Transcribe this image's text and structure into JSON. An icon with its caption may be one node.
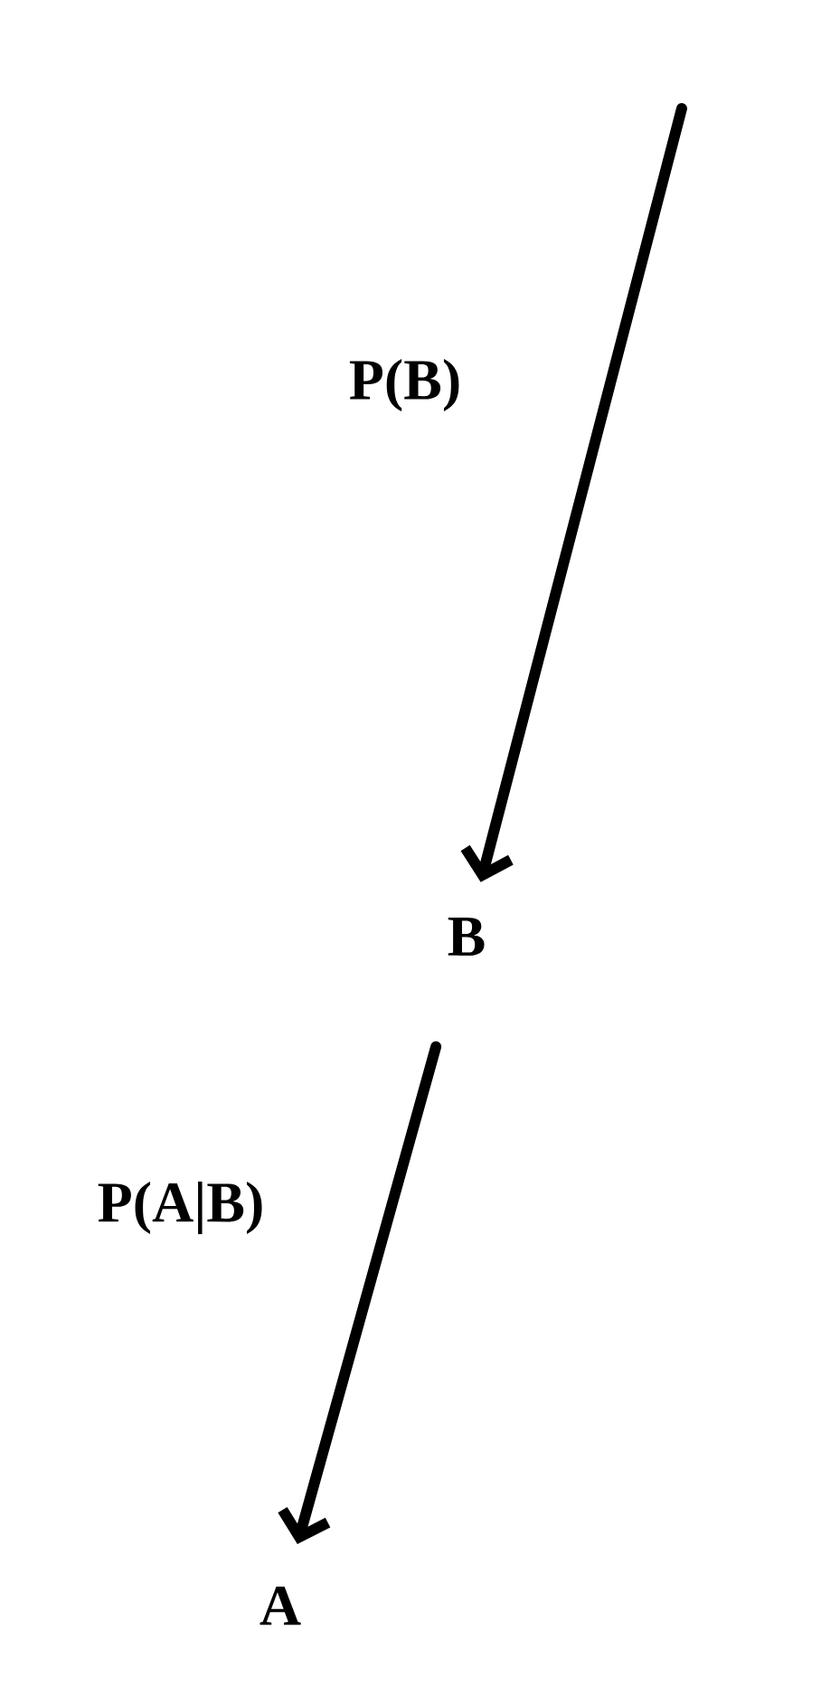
{
  "diagram": {
    "nodes": [
      {
        "text": [
          "B"
        ]
      },
      {
        "text": [
          "A"
        ]
      }
    ],
    "edges": [
      {
        "from": null,
        "to": 0,
        "arrow": "to",
        "label": "P(B)"
      },
      {
        "from": 0,
        "to": 1,
        "arrow": "to",
        "label": "P(A|B)"
      }
    ]
  }
}
